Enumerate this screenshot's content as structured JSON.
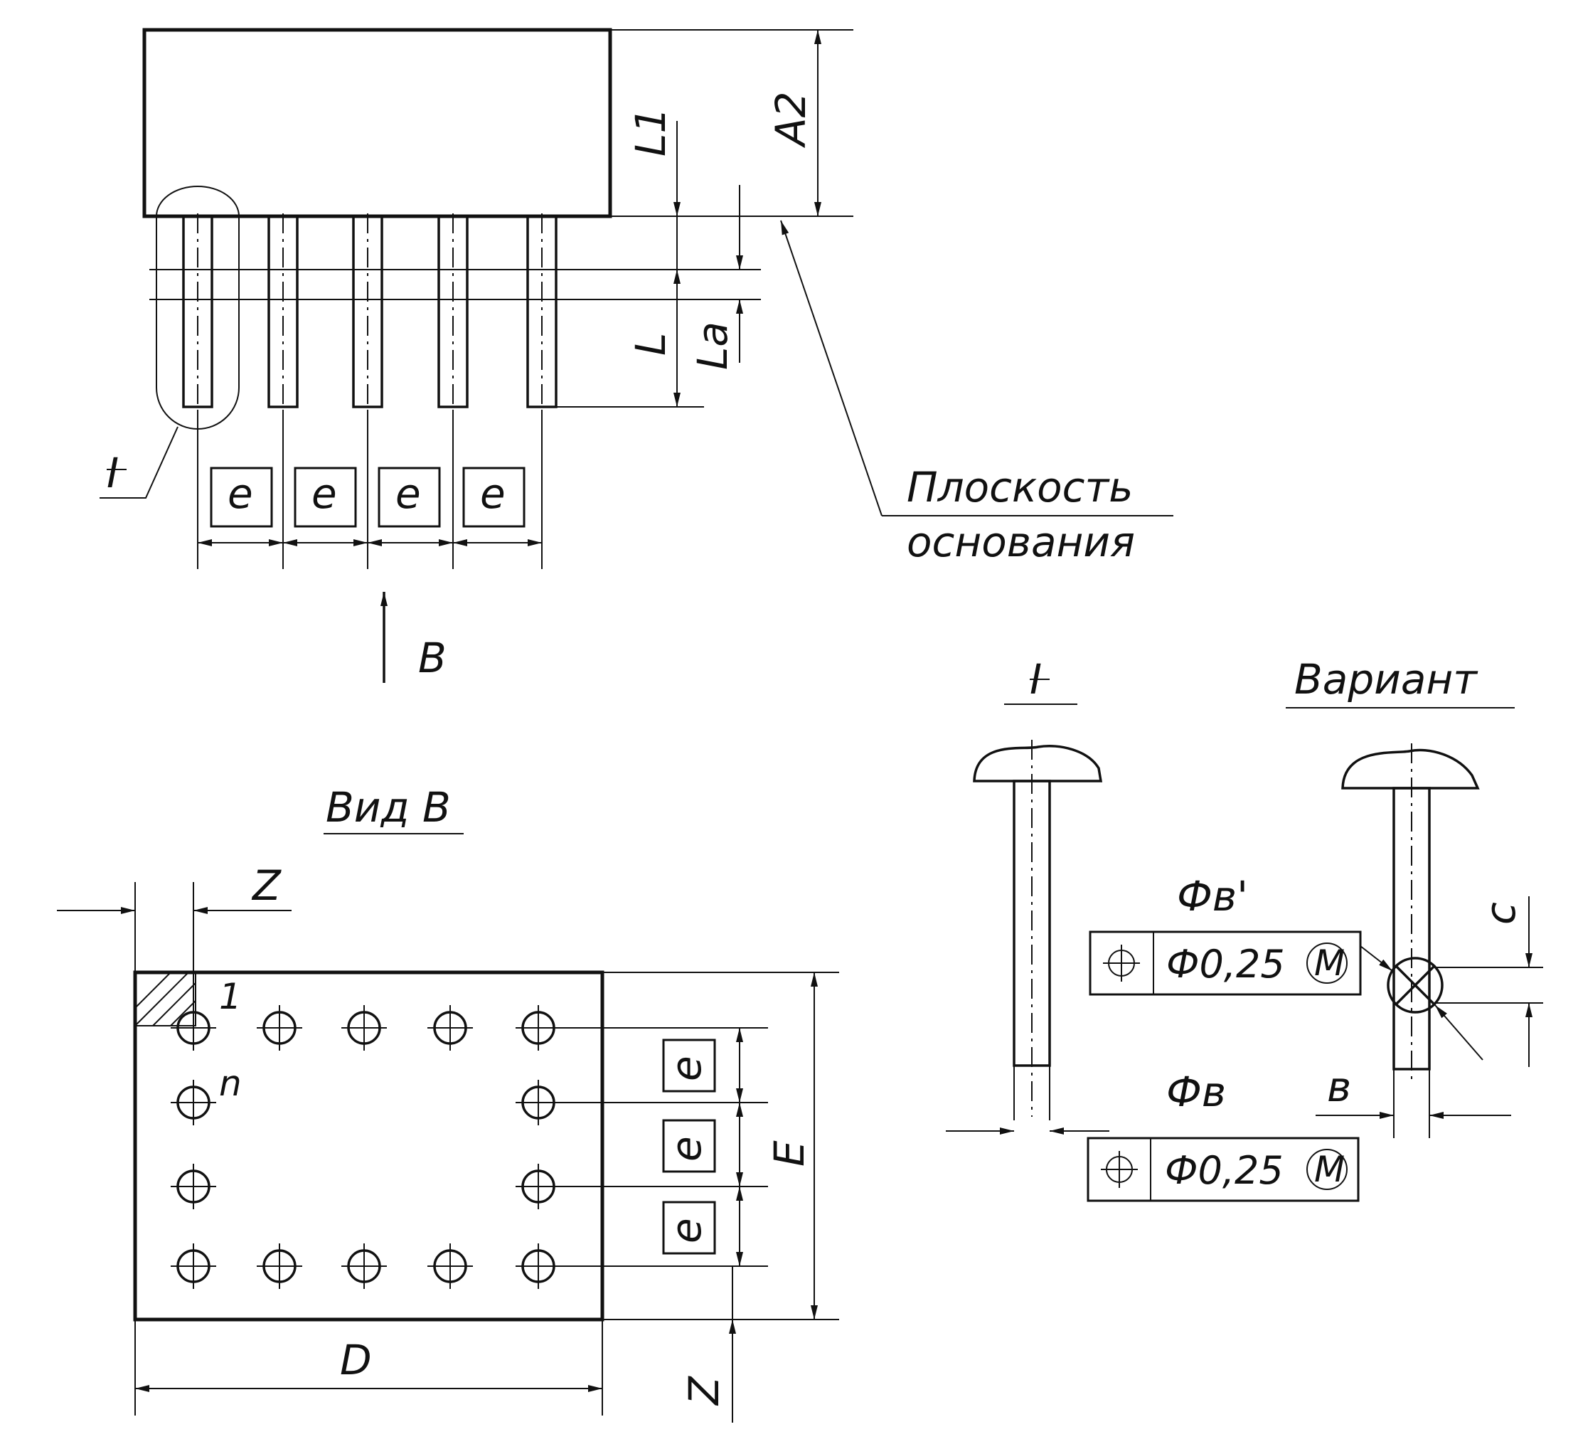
{
  "labels": {
    "detail_mark": "I",
    "pitch": "e",
    "base_plane_line1": "Плоскость",
    "base_plane_line2": "основания",
    "view_arrow": "B",
    "view_title": "Вид B",
    "variant": "Вариант",
    "dim_A2": "A2",
    "dim_L1": "L1",
    "dim_L": "L",
    "dim_La": "La",
    "dim_Z": "Z",
    "dim_E": "E",
    "dim_D": "D",
    "dim_c": "c",
    "dim_b": "в",
    "dim_phib": "Фв",
    "dim_phib1": "Фв'",
    "pin_first": "1",
    "pin_n": "n",
    "fcf_tolerance": "Ф0,25",
    "fcf_modifier": "M"
  }
}
